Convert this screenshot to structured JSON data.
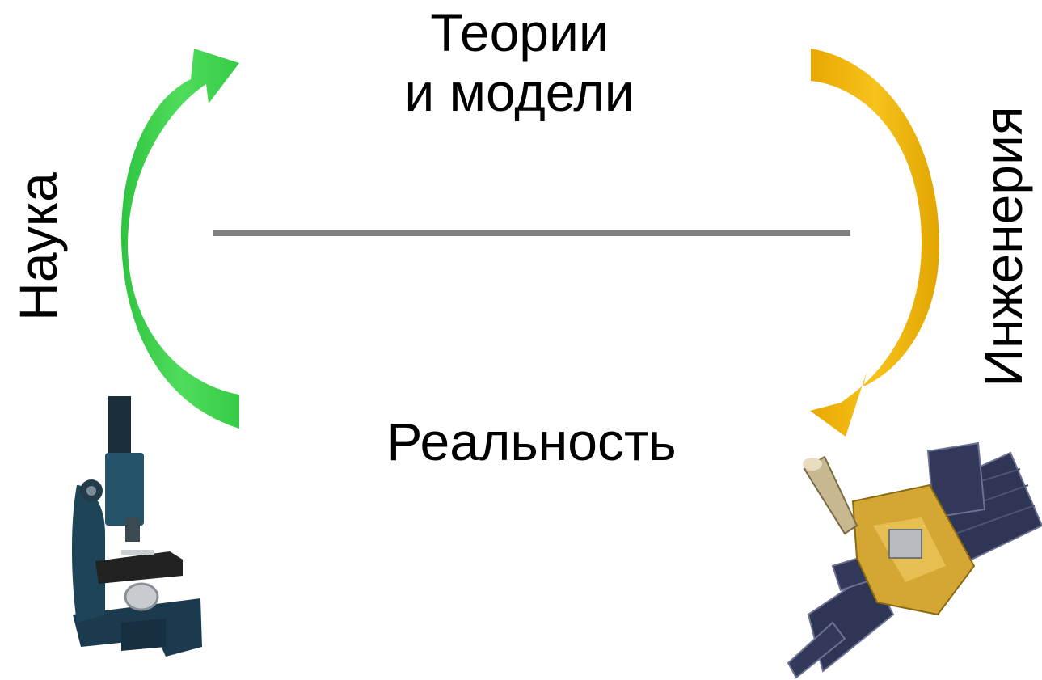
{
  "diagram": {
    "top_label_line1": "Теории",
    "top_label_line2": "и модели",
    "bottom_label": "Реальность",
    "left_label": "Наука",
    "right_label": "Инженерия"
  },
  "colors": {
    "science_arrow": "#3ed34d",
    "engineering_arrow": "#f0b20a",
    "separator": "#808080",
    "microscope_body": "#1c3f52",
    "satellite_panel": "#2f3555",
    "satellite_body": "#d4a633"
  },
  "icons": {
    "left_image": "microscope-icon",
    "right_image": "satellite-icon"
  }
}
